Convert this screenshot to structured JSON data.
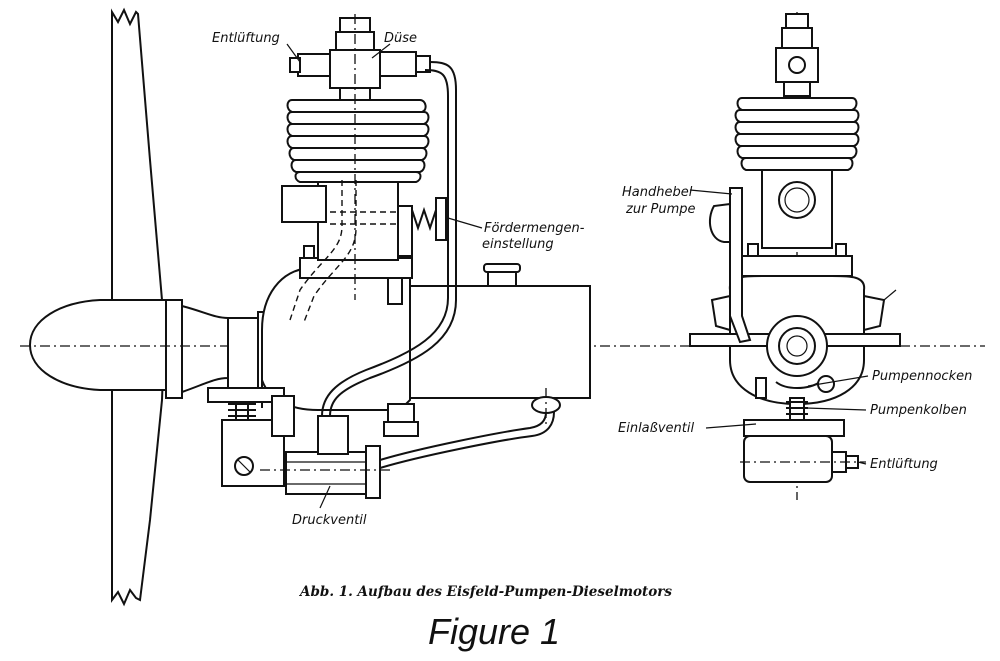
{
  "labels": {
    "entlueftung_top": "Entlüftung",
    "duese": "Düse",
    "foerdermengen_1": "Fördermengen-",
    "foerdermengen_2": "einstellung",
    "druckventil": "Druckventil",
    "handhebel_1": "Handhebel",
    "handhebel_2": "zur Pumpe",
    "pumpennocken": "Pumpennocken",
    "pumpenkolben": "Pumpenkolben",
    "einlassventil": "Einlaßventil",
    "entlueftung_right": "Entlüftung"
  },
  "caption": "Abb. 1.  Aufbau des Eisfeld-Pumpen-Dieselmotors",
  "figure_label": "Figure 1"
}
